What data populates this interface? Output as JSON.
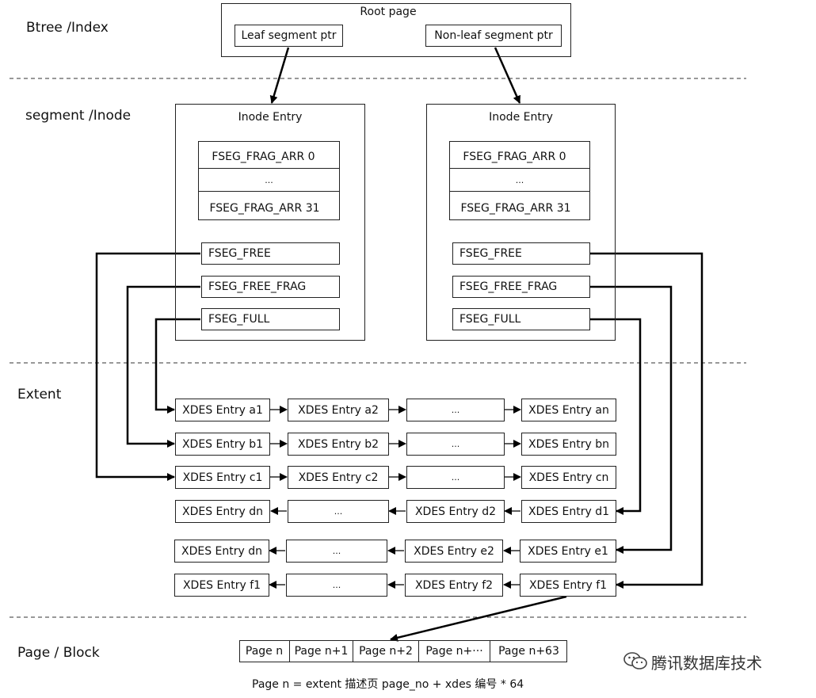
{
  "layers": [
    "Btree /Index",
    "segment /Inode",
    "Extent",
    "Page / Block"
  ],
  "root": {
    "title": "Root page",
    "leaf_ptr": "Leaf segment ptr",
    "nonleaf_ptr": "Non-leaf segment ptr"
  },
  "inodes": [
    {
      "title": "Inode Entry",
      "frag_first": "FSEG_FRAG_ARR 0",
      "frag_mid": "...",
      "frag_last": "FSEG_FRAG_ARR 31",
      "free": "FSEG_FREE",
      "free_frag": "FSEG_FREE_FRAG",
      "full": "FSEG_FULL"
    },
    {
      "title": "Inode Entry",
      "frag_first": "FSEG_FRAG_ARR 0",
      "frag_mid": "...",
      "frag_last": "FSEG_FRAG_ARR 31",
      "free": "FSEG_FREE",
      "free_frag": "FSEG_FREE_FRAG",
      "full": "FSEG_FULL"
    }
  ],
  "extent_rows": [
    [
      "XDES Entry a1",
      "XDES Entry  a2",
      "...",
      "XDES Entry an"
    ],
    [
      "XDES Entry b1",
      "XDES Entry  b2",
      "...",
      "XDES Entry bn"
    ],
    [
      "XDES Entry c1",
      "XDES Entry  c2",
      "...",
      "XDES Entry cn"
    ],
    [
      "XDES Entry dn",
      "...",
      "XDES Entry  d2",
      "XDES Entry d1"
    ],
    [
      "XDES Entry dn",
      "...",
      "XDES Entry  e2",
      "XDES Entry e1"
    ],
    [
      "XDES Entry f1",
      "...",
      "XDES Entry  f2",
      "XDES Entry f1"
    ]
  ],
  "pages": [
    "Page n",
    "Page n+1",
    "Page n+2",
    "Page n+···",
    "Page n+63"
  ],
  "formula": "Page n = extent 描述页 page_no + xdes 编号 * 64",
  "watermark": "腾讯数据库技术"
}
